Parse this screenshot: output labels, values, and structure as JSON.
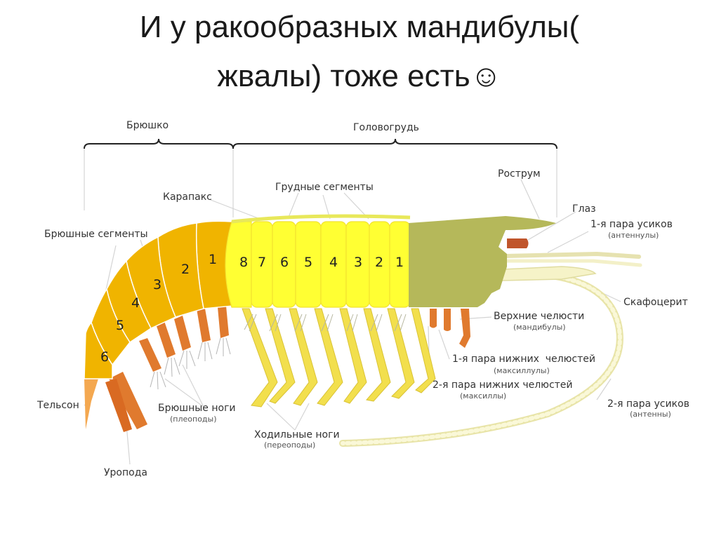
{
  "title": {
    "line1": "И у ракообразных мандибулы(",
    "line2": "жвалы) тоже есть☺"
  },
  "labels": {
    "abdomen": "Брюшко",
    "cephalothorax": "Головогрудь",
    "carapace": "Карапакс",
    "thoracic_segments": "Грудные сегменты",
    "rostrum": "Рострум",
    "eye": "Глаз",
    "antennules": "1-я пара усиков",
    "antennules_sub": "(антеннулы)",
    "abdominal_segments": "Брюшные сегменты",
    "scaphocerite": "Скафоцерит",
    "mandibles": "Верхние челюсти",
    "mandibles_sub": "(мандибулы)",
    "maxillules": "1-я пара нижних  челюстей",
    "maxillules_sub": "(максиллулы)",
    "maxillae": "2-я пара нижних челюстей",
    "maxillae_sub": "(максиллы)",
    "antennae": "2-я пара усиков",
    "antennae_sub": "(антенны)",
    "telson": "Тельсон",
    "pleopods": "Брюшные ноги",
    "pleopods_sub": "(плеоподы)",
    "pereopods": "Ходильные ноги",
    "pereopods_sub": "(переоподы)",
    "uropod": "Уропода"
  },
  "abdominal_numbers": [
    "1",
    "2",
    "3",
    "4",
    "5",
    "6"
  ],
  "thoracic_numbers": [
    "8",
    "7",
    "6",
    "5",
    "4",
    "3",
    "2",
    "1"
  ],
  "colors": {
    "abdomen": "#f0b400",
    "thorax": "#ffff33",
    "head": "#b5b85a",
    "legs": "#f2df4d",
    "appendage": "#e07a2e",
    "antenna": "#f7f4c0"
  }
}
